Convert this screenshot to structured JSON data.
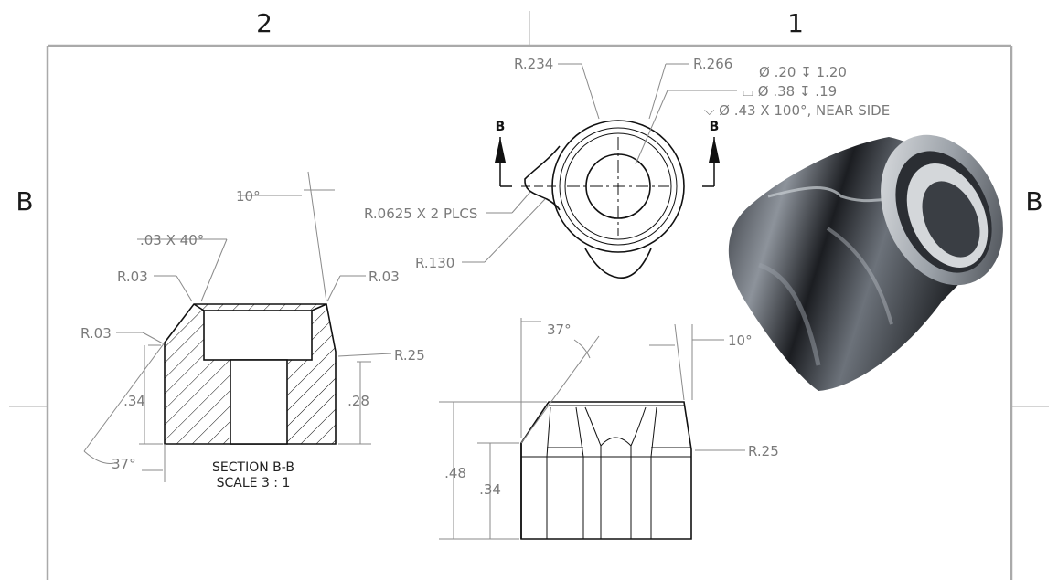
{
  "zones": {
    "top_left": "2",
    "top_right": "1",
    "left": "B",
    "right": "B"
  },
  "top_view": {
    "section_marker_left": "B",
    "section_marker_right": "B",
    "dims": {
      "r234": "R.234",
      "r266": "R.266",
      "hole_1": "Ø .20 ↧ 1.20",
      "hole_2": "⌴ Ø .38 ↧ .19",
      "hole_3": "⌵ Ø .43 X 100°, NEAR SIDE",
      "r0625": "R.0625 X 2 PLCS",
      "r130": "R.130"
    }
  },
  "section_view": {
    "caption_line1": "SECTION B-B",
    "caption_line2": "SCALE 3 : 1",
    "dims": {
      "angle10": "10°",
      "chamfer": ".03 X 40°",
      "r03_left": "R.03",
      "r03_right": "R.03",
      "r03_side": "R.03",
      "r25": "R.25",
      "h34": ".34",
      "h28": ".28",
      "angle37": "37°"
    }
  },
  "front_view": {
    "dims": {
      "angle37": "37°",
      "angle10": "10°",
      "r25": "R.25",
      "h48": ".48",
      "h34": ".34"
    }
  }
}
